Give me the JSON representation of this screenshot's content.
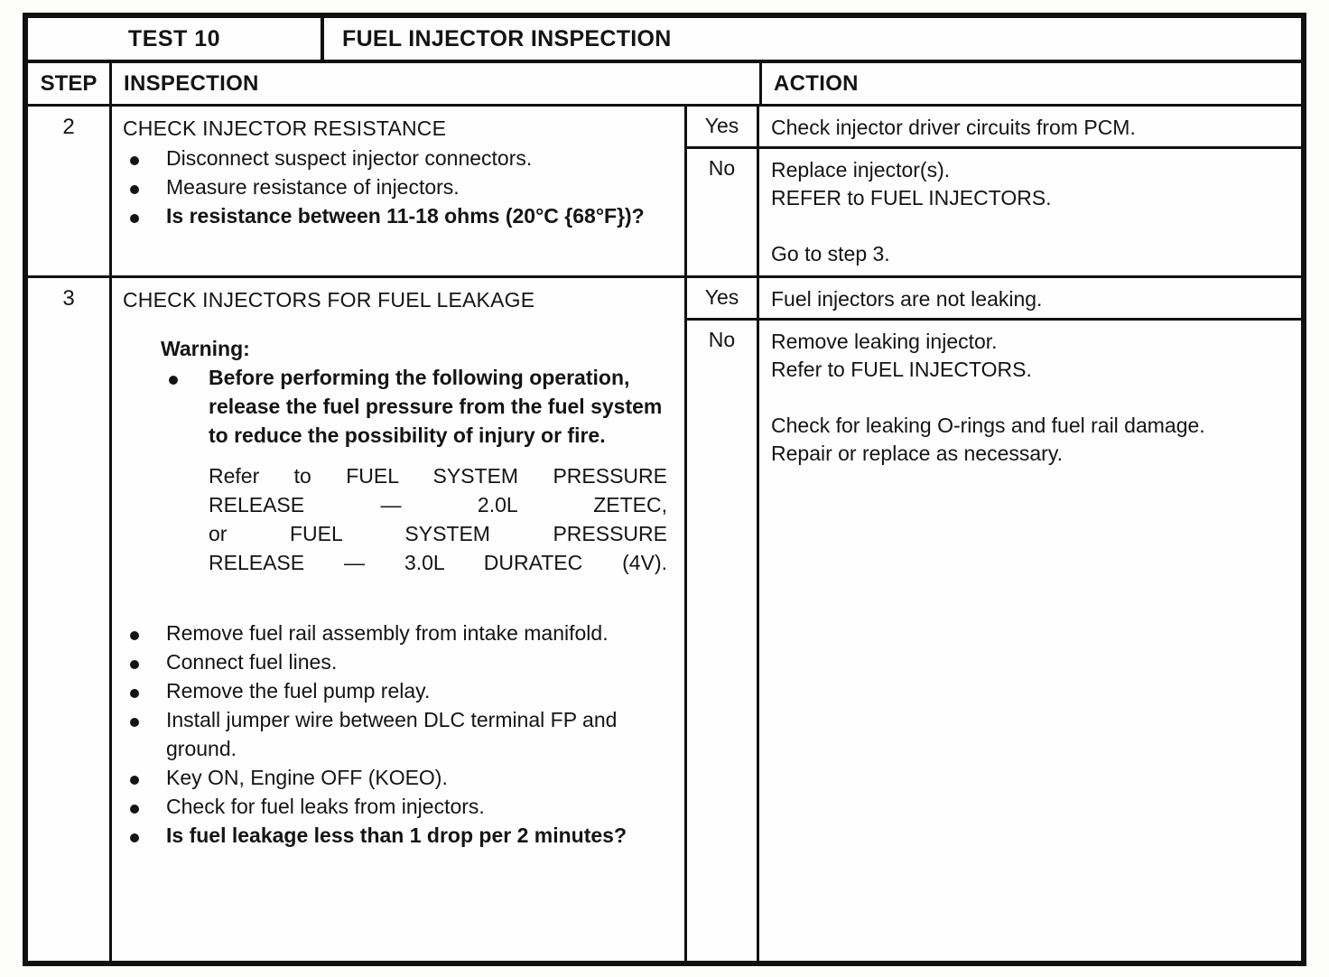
{
  "colors": {
    "border": "#111111",
    "paper": "#fefefe",
    "ink": "#141414"
  },
  "title_bar": {
    "test_label": "TEST 10",
    "test_title": "FUEL INJECTOR INSPECTION"
  },
  "columns": {
    "step": "STEP",
    "inspection": "INSPECTION",
    "action": "ACTION"
  },
  "steps": [
    {
      "number": "2",
      "title": "CHECK INJECTOR RESISTANCE",
      "bullets": [
        {
          "text": "Disconnect suspect injector connectors.",
          "bold": false
        },
        {
          "text": "Measure resistance of injectors.",
          "bold": false
        },
        {
          "text": "Is resistance between 11-18 ohms (20°C {68°F})?",
          "bold": true
        }
      ],
      "actions": [
        {
          "answer": "Yes",
          "lines": [
            "Check injector driver circuits from PCM."
          ]
        },
        {
          "answer": "No",
          "lines": [
            "Replace injector(s).",
            "REFER to FUEL INJECTORS.",
            "",
            "Go to step 3."
          ]
        }
      ]
    },
    {
      "number": "3",
      "title": "CHECK INJECTORS FOR FUEL LEAKAGE",
      "warning": {
        "label": "Warning:",
        "bullet": "Before performing the following operation, release the fuel pressure from the fuel system to reduce the possibility of injury or fire.",
        "refer_lines": [
          "Refer to FUEL SYSTEM PRESSURE",
          "RELEASE — 2.0L ZETEC,",
          "or FUEL SYSTEM PRESSURE",
          "RELEASE — 3.0L DURATEC (4V)."
        ]
      },
      "bullets": [
        {
          "text": "Remove fuel rail assembly from intake manifold.",
          "bold": false
        },
        {
          "text": "Connect fuel lines.",
          "bold": false
        },
        {
          "text": "Remove the fuel pump relay.",
          "bold": false
        },
        {
          "text": "Install jumper wire between DLC terminal FP and ground.",
          "bold": false
        },
        {
          "text": "Key ON, Engine OFF (KOEO).",
          "bold": false
        },
        {
          "text": "Check for fuel leaks from injectors.",
          "bold": false
        },
        {
          "text": "Is fuel leakage less than 1 drop per 2 minutes?",
          "bold": true
        }
      ],
      "actions": [
        {
          "answer": "Yes",
          "lines": [
            "Fuel injectors are not leaking."
          ]
        },
        {
          "answer": "No",
          "lines": [
            "Remove leaking injector.",
            "Refer to FUEL INJECTORS.",
            "",
            "Check for leaking O-rings and fuel rail damage.",
            "Repair or replace as necessary."
          ]
        }
      ]
    }
  ]
}
